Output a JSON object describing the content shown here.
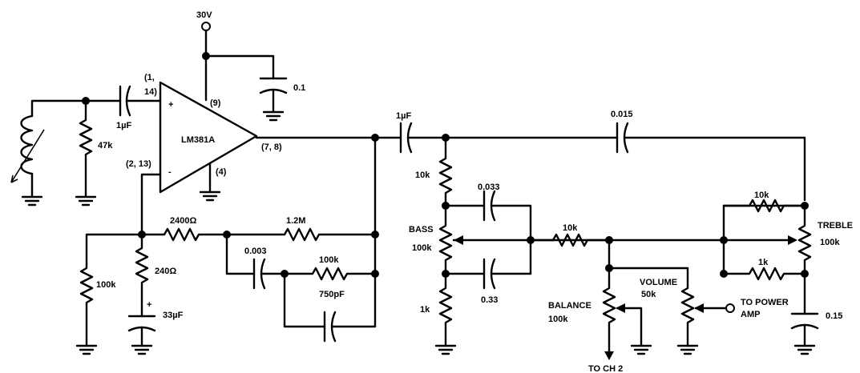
{
  "supply": {
    "voltage": "30V",
    "decoupling_cap": "0.1",
    "pin": "(9)"
  },
  "opamp": {
    "name": "LM381A",
    "plus_pin": "(1,\n14)",
    "plus_pin_line1": "(1,",
    "plus_pin_line2": "14)",
    "minus_pin": "(2, 13)",
    "output_pin": "(7, 8)",
    "ground_pin": "(4)",
    "plus_sign": "+",
    "minus_sign": "-"
  },
  "input": {
    "coupling_cap": "1µF",
    "bias_resistor": "47k"
  },
  "feedback": {
    "r_ground": "100k",
    "r_series": "2400Ω",
    "r_shunt": "240Ω",
    "c_shunt": "33µF",
    "c_shunt_polarity": "+",
    "r_top": "1.2M",
    "c_mid": "0.003",
    "r_mid": "100k",
    "c_bottom": "750pF"
  },
  "tone": {
    "coupling_cap": "1µF",
    "treble_cap_top": "0.015",
    "bass_r_top": "10k",
    "bass_c_top": "0.033",
    "bass_pot_label": "BASS",
    "bass_pot_value": "100k",
    "bass_c_bottom": "0.33",
    "bass_r_bottom": "1k",
    "mid_r": "10k",
    "treble_r_top": "10k",
    "treble_r_bottom": "1k",
    "treble_pot_label": "TREBLE",
    "treble_pot_value": "100k",
    "treble_cap_bottom": "0.15"
  },
  "outputs": {
    "balance_label": "BALANCE",
    "balance_value": "100k",
    "volume_label": "VOLUME",
    "volume_value": "50k",
    "to_power_amp_line1": "TO POWER",
    "to_power_amp_line2": "AMP",
    "to_ch2": "TO CH 2"
  }
}
